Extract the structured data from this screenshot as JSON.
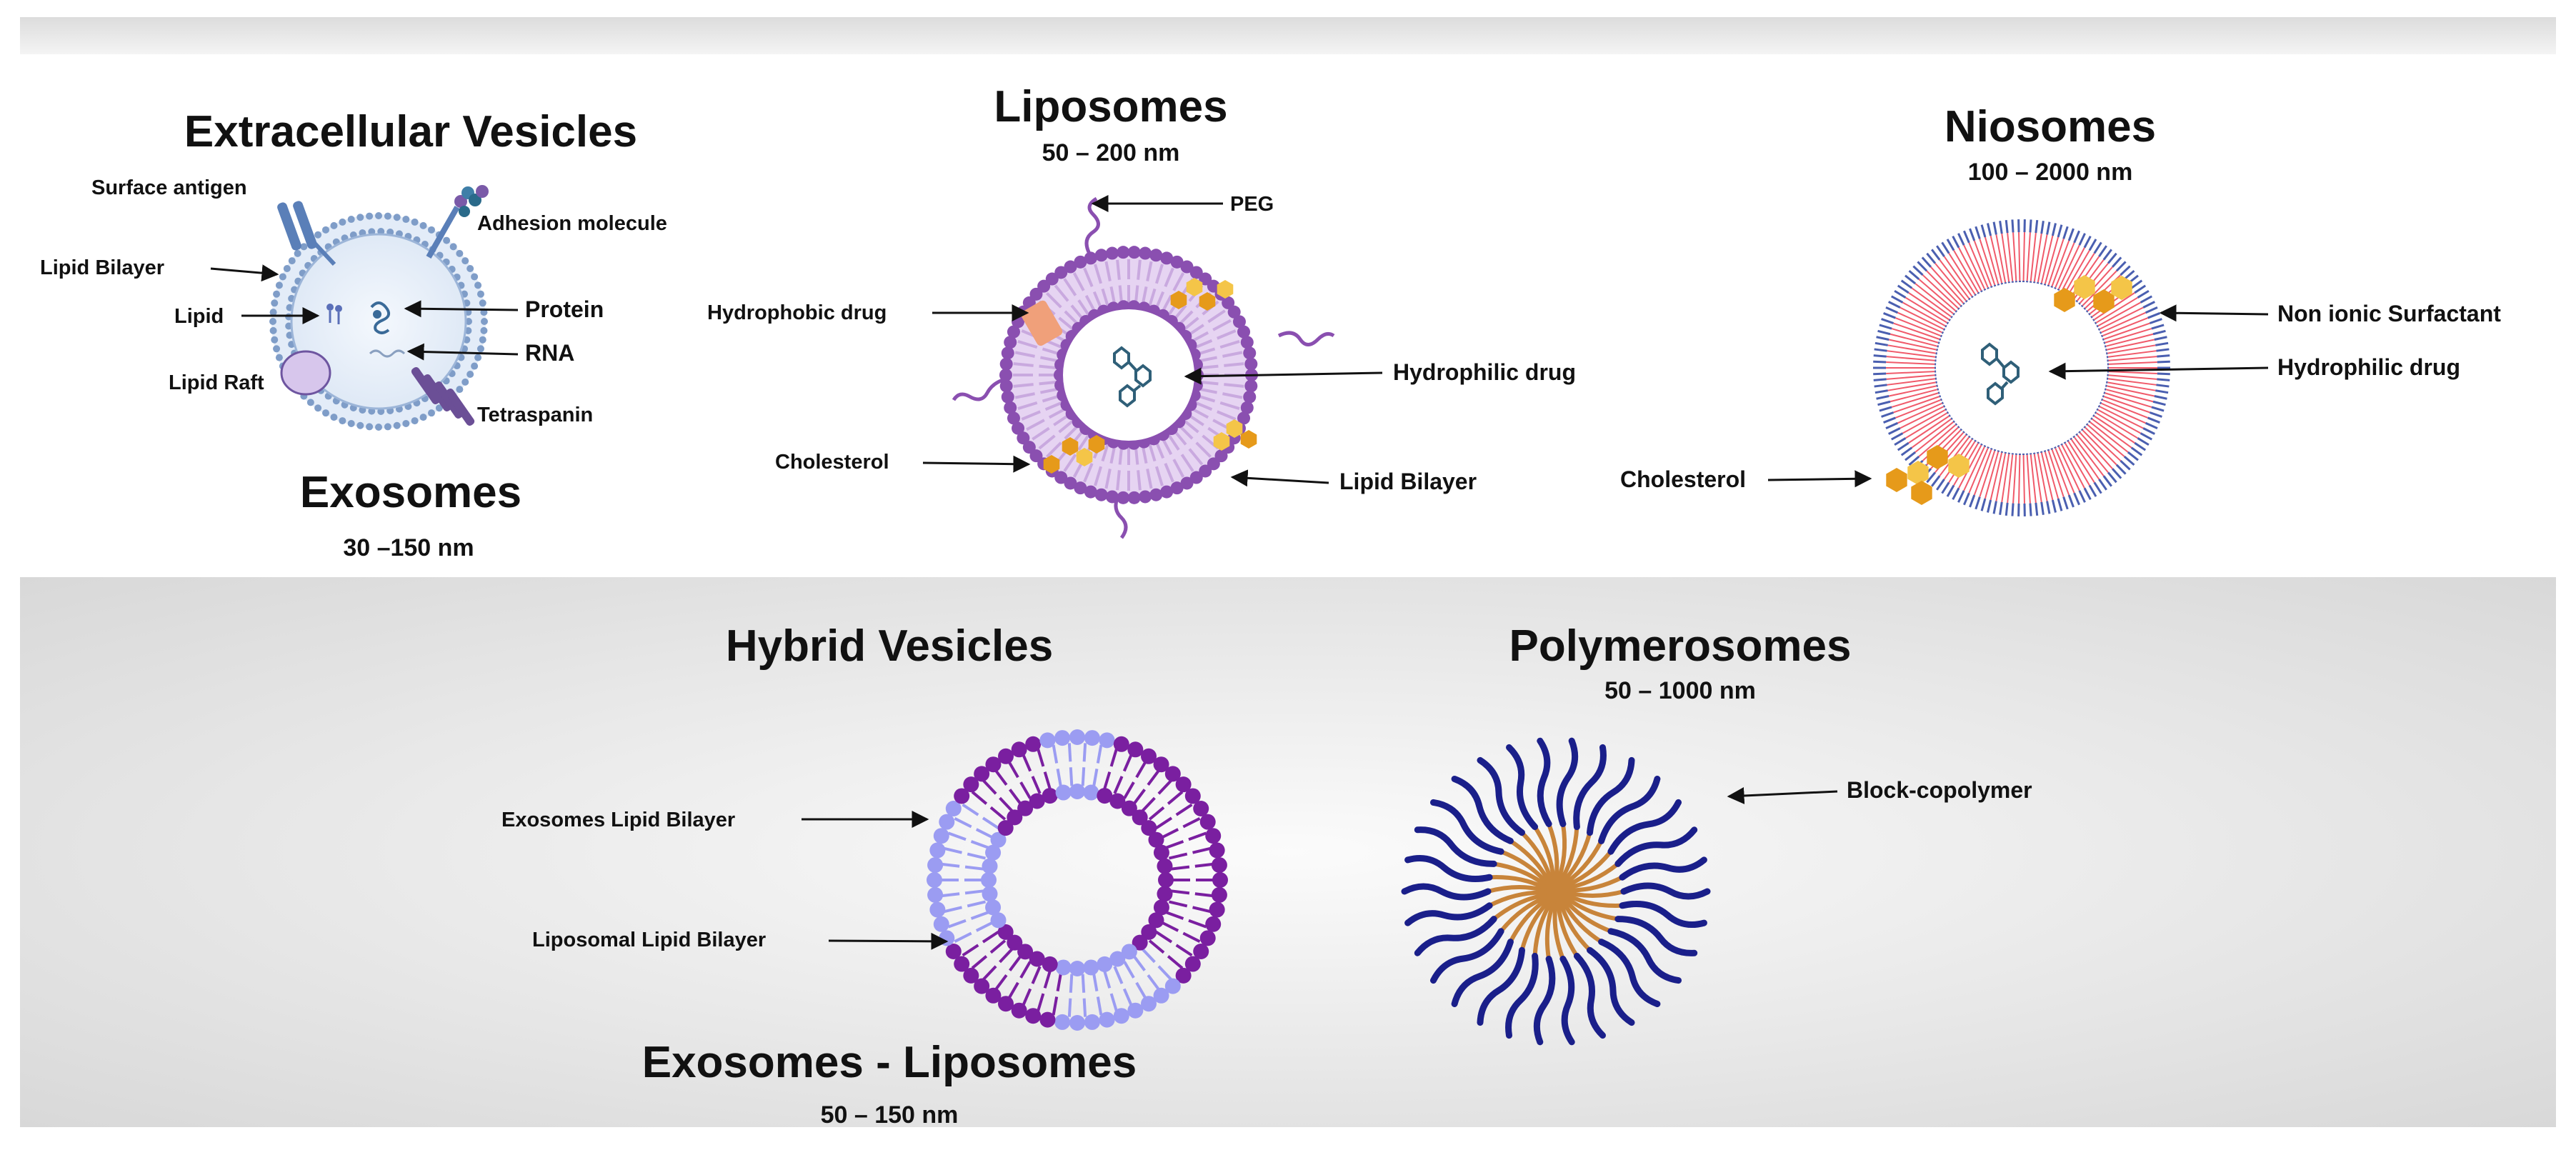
{
  "panels": {
    "exosomes": {
      "heading": "Extracellular Vesicles",
      "title": "Exosomes",
      "size": "30 –150 nm",
      "labels": {
        "surface_antigen": "Surface antigen",
        "adhesion_molecule": "Adhesion molecule",
        "lipid_bilayer": "Lipid Bilayer",
        "lipid": "Lipid",
        "protein": "Protein",
        "rna": "RNA",
        "lipid_raft": "Lipid Raft",
        "tetraspanin": "Tetraspanin"
      }
    },
    "liposomes": {
      "title": "Liposomes",
      "size": "50 – 200 nm",
      "labels": {
        "peg": "PEG",
        "hydrophobic_drug": "Hydrophobic drug",
        "hydrophilic_drug": "Hydrophilic drug",
        "cholesterol": "Cholesterol",
        "lipid_bilayer": "Lipid Bilayer"
      }
    },
    "niosomes": {
      "title": "Niosomes",
      "size": "100 – 2000 nm",
      "labels": {
        "surfactant": "Non ionic Surfactant",
        "hydrophilic_drug": "Hydrophilic drug",
        "cholesterol": "Cholesterol"
      }
    },
    "hybrid": {
      "heading": "Hybrid Vesicles",
      "title": "Exosomes - Liposomes",
      "size": "50 – 150 nm",
      "labels": {
        "exosome_bilayer": "Exosomes Lipid Bilayer",
        "liposomal_bilayer": "Liposomal Lipid Bilayer"
      }
    },
    "polymerosomes": {
      "title": "Polymerosomes",
      "size": "50 – 1000 nm",
      "labels": {
        "block_copolymer": "Block-copolymer"
      }
    }
  },
  "colors": {
    "lipo_purple": "#8a4fb0",
    "lipo_tail": "#c9a9df",
    "hybrid_purple": "#7a1fa0",
    "hybrid_light": "#9b9cf2",
    "nio_red": "#f05a6a",
    "nio_blue": "#4a5fb0",
    "chol_orange": "#e69a1a",
    "chol_yellow": "#f4c548",
    "poly_blue": "#1a1f8a",
    "poly_tan": "#c8843a",
    "exo_blue": "#7f9dc8",
    "drug_teal": "#2f5f78"
  }
}
